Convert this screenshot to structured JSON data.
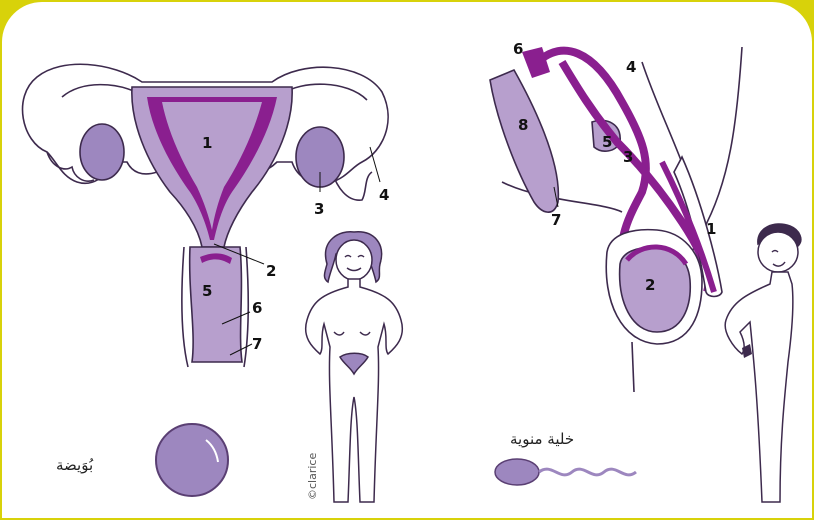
{
  "female_labels": [
    "1",
    "2",
    "3",
    "4",
    "5",
    "6",
    "7"
  ],
  "male_labels": [
    "1",
    "2",
    "3",
    "4",
    "5",
    "6",
    "7",
    "8"
  ],
  "egg_label": "بُوَيضة",
  "sperm_label": "خلية منوية",
  "credit": "©clarice",
  "colors": {
    "border": "#d8d20a",
    "dark_purple": "#8a1f8f",
    "light_purple": "#b79fcd",
    "outline": "#3d2a4d"
  }
}
